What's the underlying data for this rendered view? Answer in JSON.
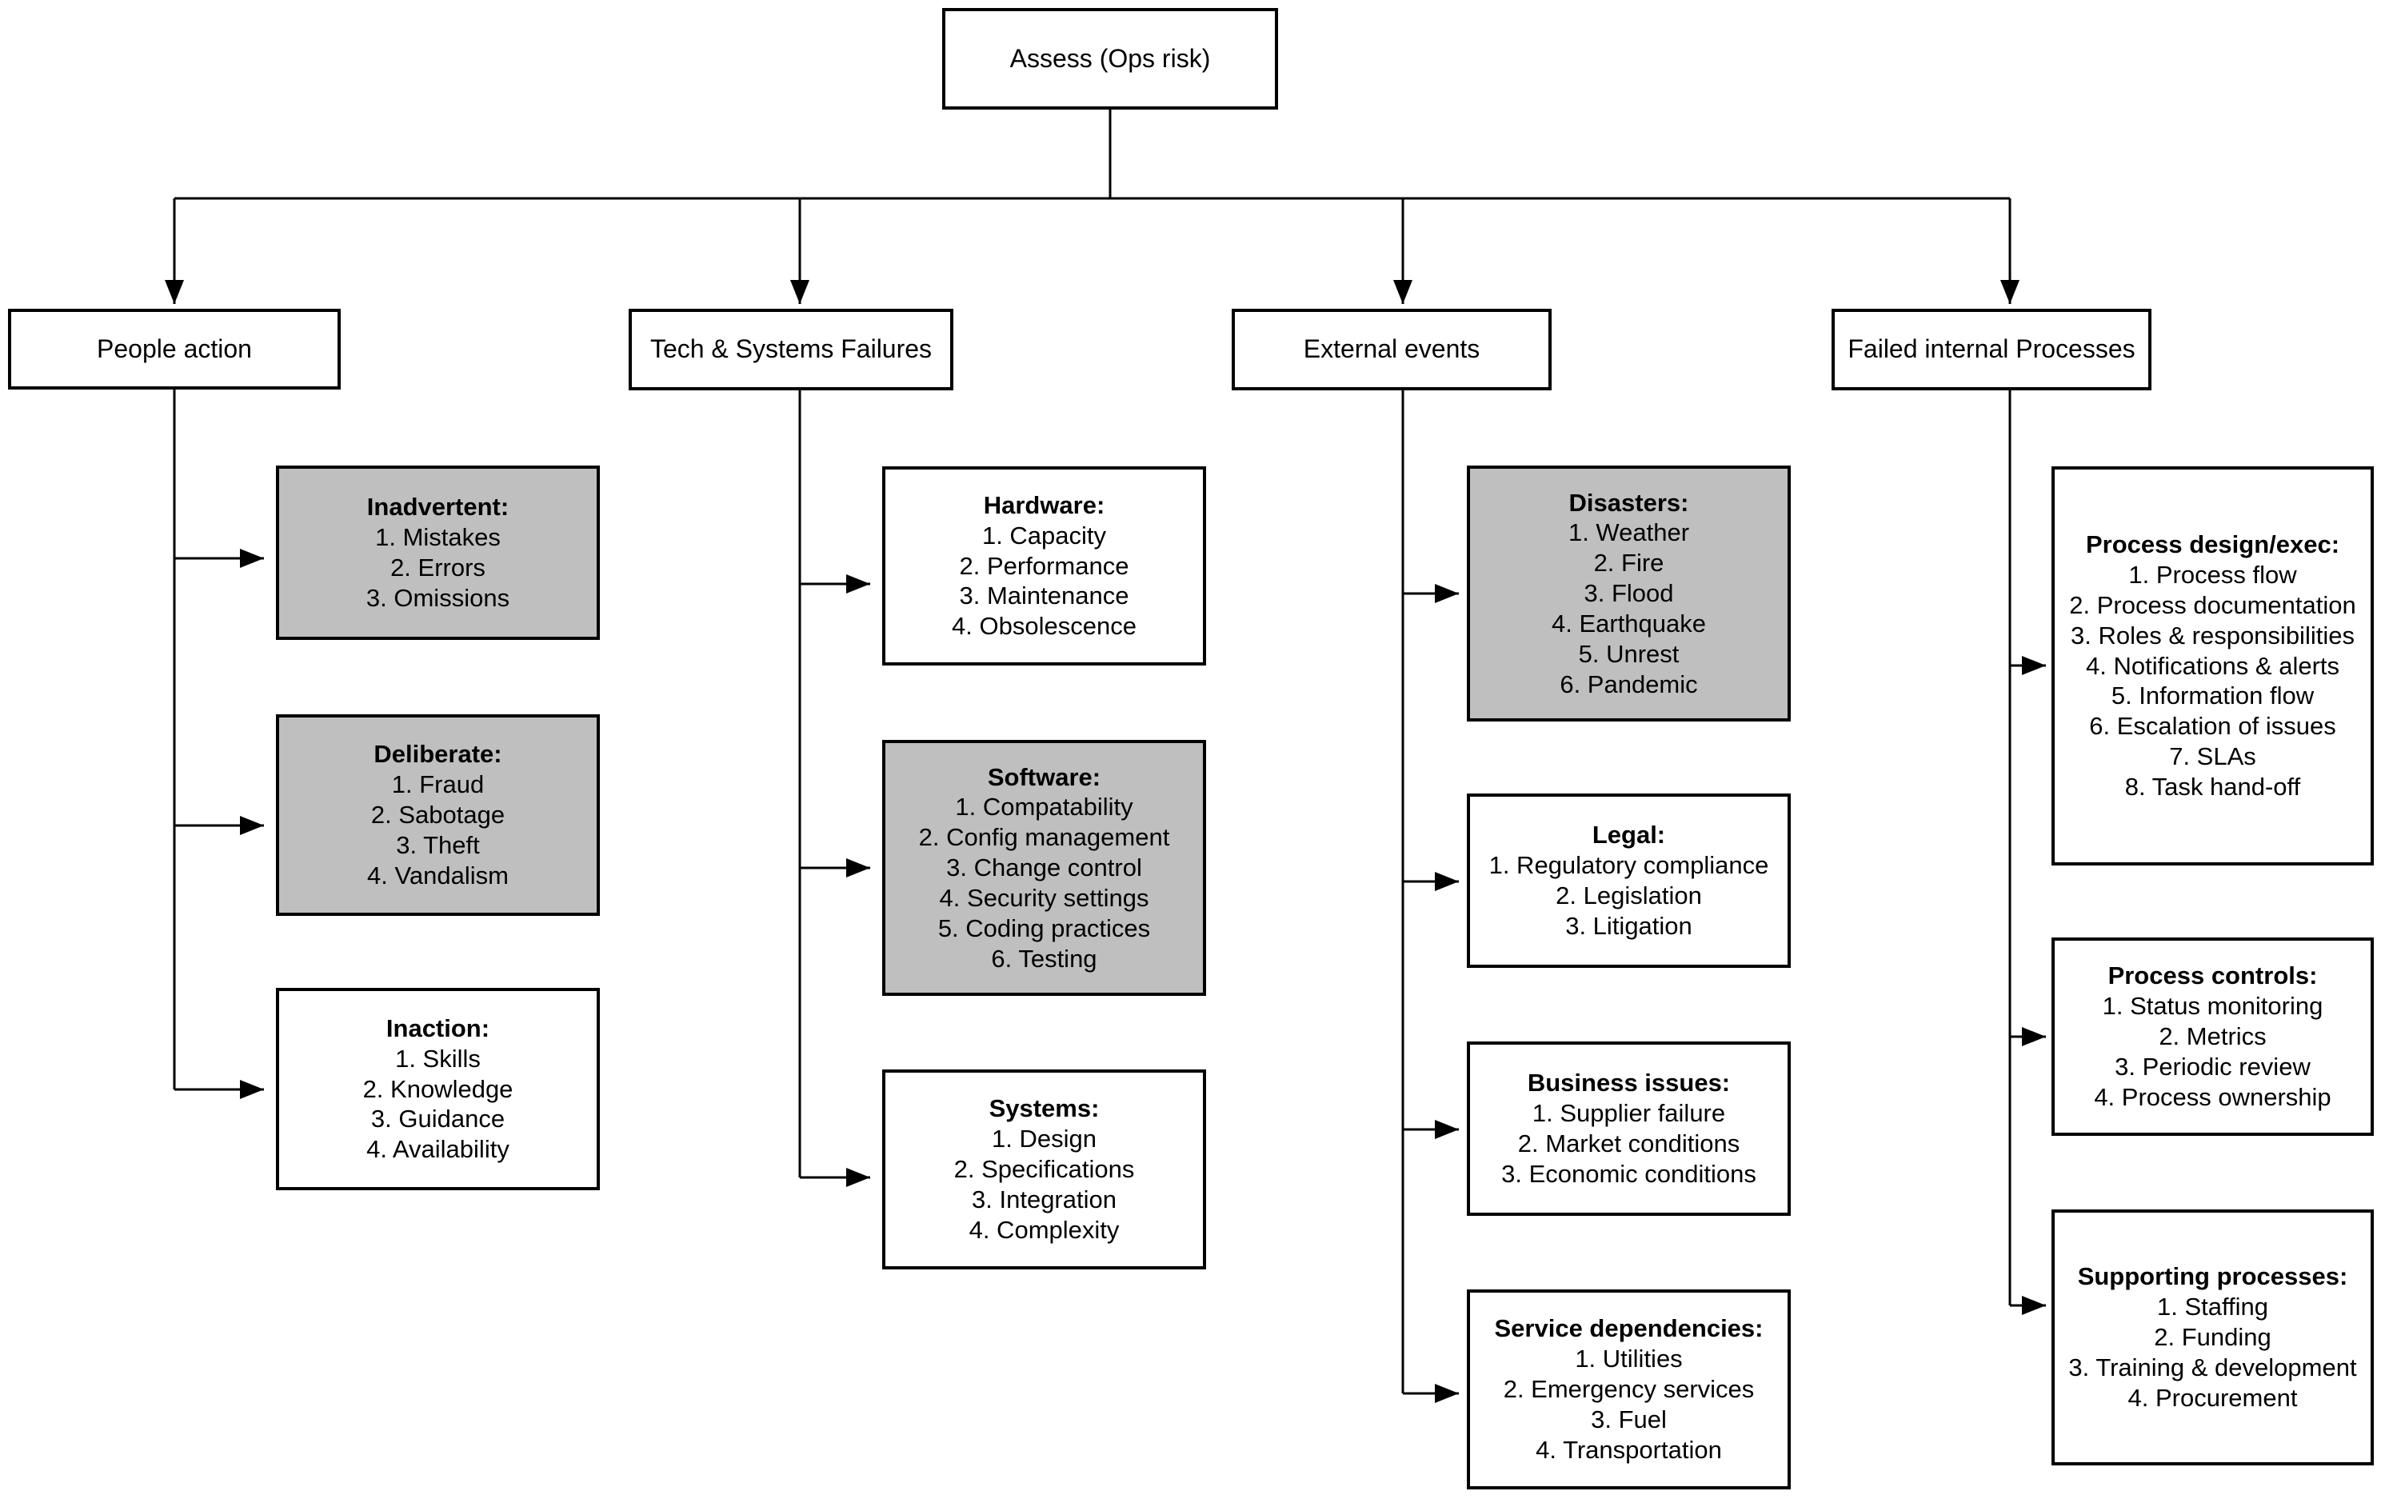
{
  "diagram": {
    "title": "Assess (Ops risk)",
    "type": "hierarchy-tree",
    "shaded_color": "#bfbfbf",
    "line_color": "#000000"
  },
  "root": {
    "label": "Assess (Ops risk)"
  },
  "categories": [
    {
      "id": "people-action",
      "label": "People action"
    },
    {
      "id": "tech-systems-failures",
      "label": "Tech & Systems Failures"
    },
    {
      "id": "external-events",
      "label": "External events"
    },
    {
      "id": "failed-internal-processes",
      "label": "Failed internal Processes"
    }
  ],
  "leaves": {
    "inadvertent": {
      "title": "Inadvertent:",
      "shaded": true,
      "items": [
        "1. Mistakes",
        "2. Errors",
        "3. Omissions"
      ]
    },
    "deliberate": {
      "title": "Deliberate:",
      "shaded": true,
      "items": [
        "1. Fraud",
        "2. Sabotage",
        "3. Theft",
        "4. Vandalism"
      ]
    },
    "inaction": {
      "title": "Inaction:",
      "shaded": false,
      "items": [
        "1. Skills",
        "2. Knowledge",
        "3. Guidance",
        "4. Availability"
      ]
    },
    "hardware": {
      "title": "Hardware:",
      "shaded": false,
      "items": [
        "1. Capacity",
        "2. Performance",
        "3. Maintenance",
        "4. Obsolescence"
      ]
    },
    "software": {
      "title": "Software:",
      "shaded": true,
      "items": [
        "1. Compatability",
        "2. Config management",
        "3. Change control",
        "4. Security settings",
        "5. Coding practices",
        "6. Testing"
      ]
    },
    "systems": {
      "title": "Systems:",
      "shaded": false,
      "items": [
        "1. Design",
        "2. Specifications",
        "3. Integration",
        "4. Complexity"
      ]
    },
    "disasters": {
      "title": "Disasters:",
      "shaded": true,
      "items": [
        "1. Weather",
        "2. Fire",
        "3. Flood",
        "4. Earthquake",
        "5. Unrest",
        "6. Pandemic"
      ]
    },
    "legal": {
      "title": "Legal:",
      "shaded": false,
      "items": [
        "1. Regulatory compliance",
        "2. Legislation",
        "3. Litigation"
      ]
    },
    "business-issues": {
      "title": "Business issues:",
      "shaded": false,
      "items": [
        "1. Supplier failure",
        "2. Market conditions",
        "3. Economic conditions"
      ]
    },
    "service-dependencies": {
      "title": "Service dependencies:",
      "shaded": false,
      "items": [
        "1. Utilities",
        "2. Emergency services",
        "3. Fuel",
        "4. Transportation"
      ]
    },
    "process-design-exec": {
      "title": "Process design/exec:",
      "shaded": false,
      "items": [
        "1. Process flow",
        "2. Process documentation",
        "3. Roles & responsibilities",
        "4. Notifications & alerts",
        "5. Information flow",
        "6. Escalation of issues",
        "7. SLAs",
        "8. Task hand-off"
      ]
    },
    "process-controls": {
      "title": "Process controls:",
      "shaded": false,
      "items": [
        "1. Status monitoring",
        "2. Metrics",
        "3. Periodic review",
        "4. Process ownership"
      ]
    },
    "supporting-processes": {
      "title": "Supporting processes:",
      "shaded": false,
      "items": [
        "1. Staffing",
        "2. Funding",
        "3. Training & development",
        "4. Procurement"
      ]
    }
  }
}
